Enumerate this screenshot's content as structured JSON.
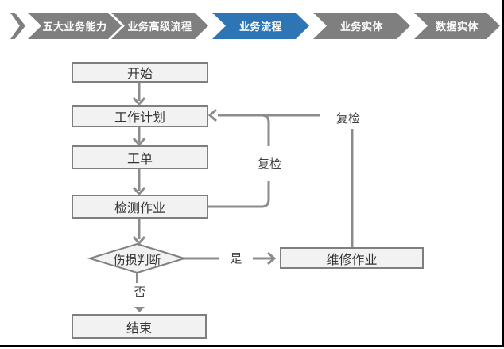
{
  "nav": {
    "items": [
      {
        "label": "五大业务能力",
        "active": false
      },
      {
        "label": "业务高级流程",
        "active": false
      },
      {
        "label": "业务流程",
        "active": true
      },
      {
        "label": "业务实体",
        "active": false
      },
      {
        "label": "数据实体",
        "active": false
      }
    ],
    "colors": {
      "inactive": "#7f7f7f",
      "active": "#2e75b6",
      "text": "#ffffff"
    }
  },
  "flowchart": {
    "nodes": [
      {
        "id": "start",
        "label": "开始",
        "type": "process"
      },
      {
        "id": "plan",
        "label": "工作计划",
        "type": "process"
      },
      {
        "id": "order",
        "label": "工单",
        "type": "process"
      },
      {
        "id": "inspect",
        "label": "检测作业",
        "type": "process"
      },
      {
        "id": "judge",
        "label": "伤损判断",
        "type": "decision"
      },
      {
        "id": "repair",
        "label": "维修作业",
        "type": "process"
      },
      {
        "id": "end",
        "label": "结束",
        "type": "process"
      }
    ],
    "edge_labels": {
      "yes": "是",
      "no": "否",
      "recheck_mid": "复检",
      "recheck_right": "复检"
    },
    "colors": {
      "node_fill": "#f2f2f2",
      "node_border": "#7f7f7f",
      "connector": "#8c8c8c",
      "text": "#333333"
    }
  }
}
